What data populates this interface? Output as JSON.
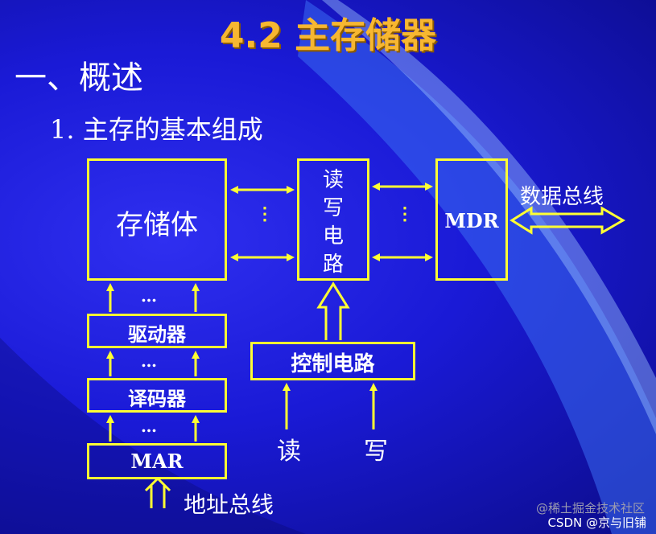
{
  "title": "4.2 主存储器",
  "section": "一、概述",
  "subsection": "1.  主存的基本组成",
  "diagram": {
    "storage": "存储体",
    "rw_circuit": [
      "读",
      "写",
      "电",
      "路"
    ],
    "mdr": "MDR",
    "data_bus": "数据总线",
    "driver": "驱动器",
    "decoder": "译码器",
    "mar": "MAR",
    "address_bus": "地址总线",
    "control": "控制电路",
    "read": "读",
    "write": "写",
    "ellipsis": "…",
    "vdots": "⋮"
  },
  "watermark": "@稀土掘金技术社区",
  "credit": "CSDN @京与旧铺",
  "colors": {
    "line": "#ffff33",
    "title": "#f7b731",
    "text": "#ffffff"
  }
}
